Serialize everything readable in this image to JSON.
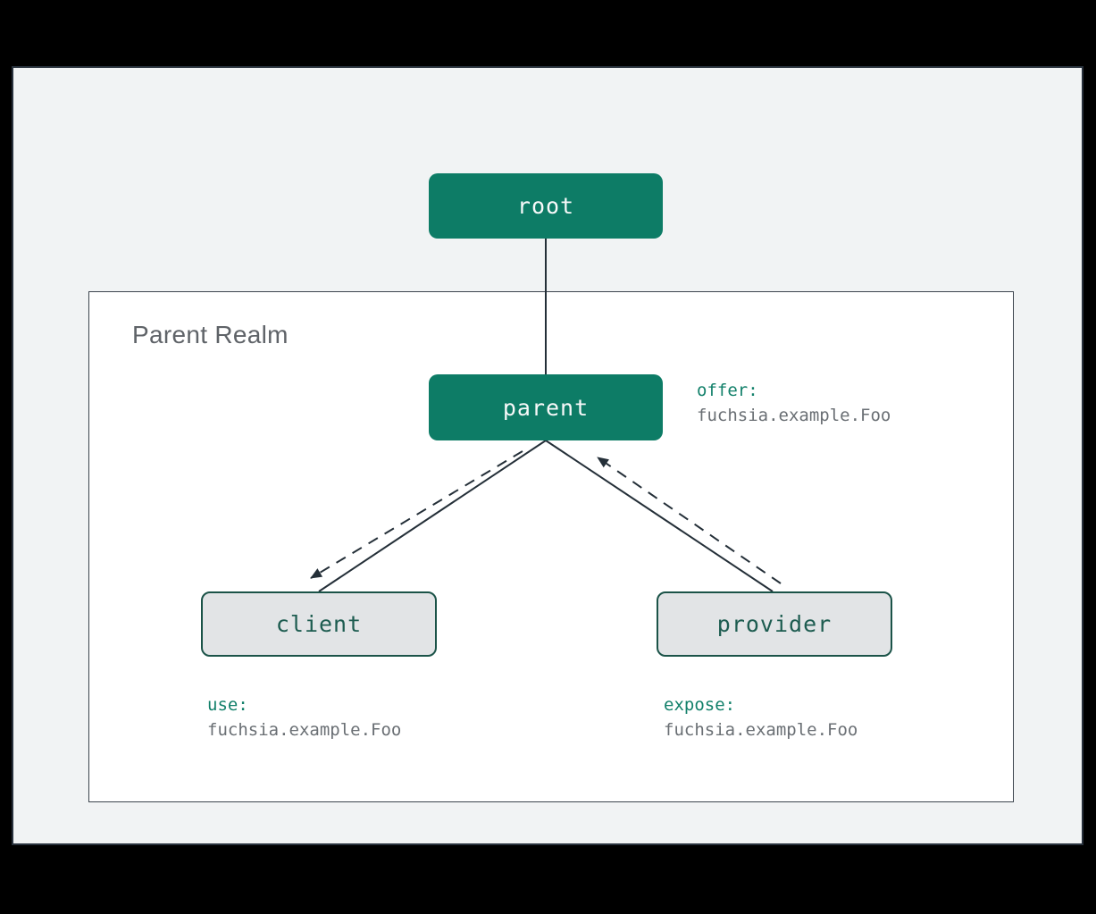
{
  "colors": {
    "canvas_bg": "#000000",
    "page_bg": "#f1f3f4",
    "frame_border": "#28313c",
    "realm_bg": "#ffffff",
    "realm_border": "#3c444d",
    "node_teal": "#0d7c66",
    "node_teal_text": "#f7f9f9",
    "gray_fill": "#e2e4e6",
    "gray_border": "#1b5348",
    "gray_text": "#1d5c50",
    "edge": "#242f38",
    "keyword_teal": "#12806a",
    "value_gray": "#6a6f74",
    "title_gray": "#5f6368"
  },
  "realm": {
    "title": "Parent Realm"
  },
  "nodes": {
    "root": {
      "label": "root"
    },
    "parent": {
      "label": "parent"
    },
    "client": {
      "label": "client"
    },
    "provider": {
      "label": "provider"
    }
  },
  "annotations": {
    "offer": {
      "keyword": "offer:",
      "value": "fuchsia.example.Foo"
    },
    "use": {
      "keyword": "use:",
      "value": "fuchsia.example.Foo"
    },
    "expose": {
      "keyword": "expose:",
      "value": "fuchsia.example.Foo"
    }
  },
  "edges": [
    {
      "from": "root",
      "to": "parent",
      "style": "solid",
      "arrow": false
    },
    {
      "from": "parent",
      "to": "client",
      "style": "solid",
      "arrow": false
    },
    {
      "from": "parent",
      "to": "provider",
      "style": "solid",
      "arrow": false
    },
    {
      "from": "parent",
      "to": "client",
      "style": "dashed",
      "arrow": true,
      "meaning": "offer"
    },
    {
      "from": "provider",
      "to": "parent",
      "style": "dashed",
      "arrow": true,
      "meaning": "expose"
    }
  ]
}
